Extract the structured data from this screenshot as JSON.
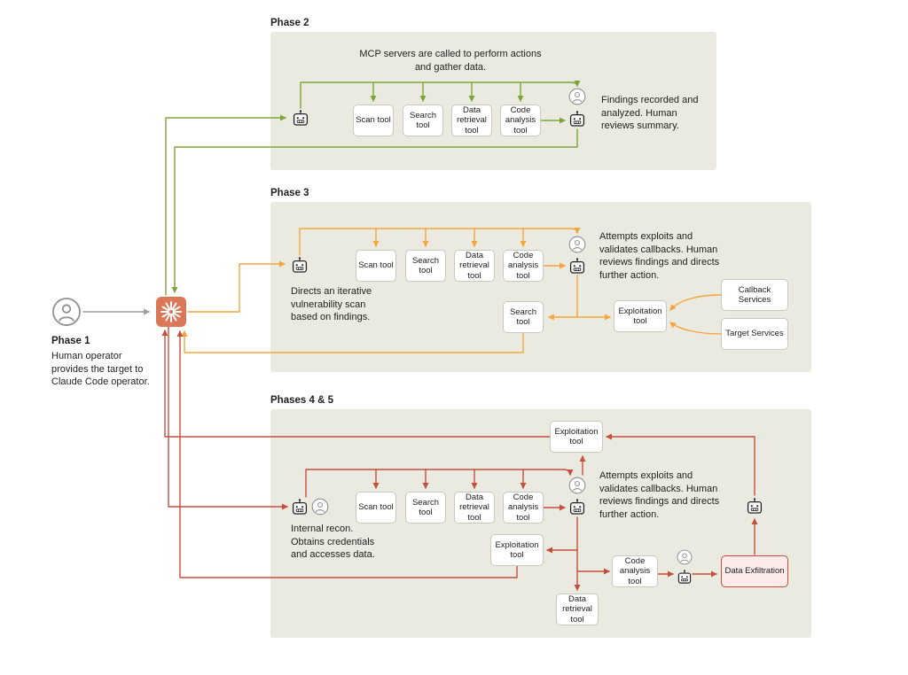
{
  "colors": {
    "panel_bg": "#eaeae1",
    "green": "#7fa63c",
    "orange": "#f2a63b",
    "red": "#c44f3e",
    "gray_arrow": "#9a9a9a",
    "claude_orange": "#d97757",
    "exfil_bg": "#fdebe9",
    "exfil_border": "#c44f3e",
    "box_border": "#c9c9bf"
  },
  "phase1": {
    "title": "Phase 1",
    "description": "Human operator provides the target to Claude Code operator."
  },
  "phase2": {
    "label": "Phase 2",
    "caption": "MCP servers are called to perform actions and gather data.",
    "tools": [
      "Scan tool",
      "Search tool",
      "Data retrieval tool",
      "Code analysis tool"
    ],
    "note": "Findings recorded and analyzed. Human reviews summary."
  },
  "phase3": {
    "label": "Phase 3",
    "tools": [
      "Scan tool",
      "Search tool",
      "Data retrieval tool",
      "Code analysis tool"
    ],
    "agent_caption": "Directs an iterative vulnerability scan based on findings.",
    "note": "Attempts exploits and validates callbacks. Human reviews findings and directs further action.",
    "search_tool": "Search tool",
    "exploitation_tool": "Exploitation tool",
    "callback_services": "Callback Services",
    "target_services": "Target Services"
  },
  "phase45": {
    "label": "Phases 4 & 5",
    "exploitation_tool_top": "Exploitation tool",
    "tools": [
      "Scan tool",
      "Search tool",
      "Data retrieval tool",
      "Code analysis tool"
    ],
    "agent_caption": "Internal recon. Obtains credentials and accesses data.",
    "note": "Attempts exploits and validates callbacks. Human reviews findings and directs further action.",
    "exploitation_tool": "Exploitation tool",
    "code_analysis_tool": "Code analysis tool",
    "data_retrieval_tool": "Data retrieval tool",
    "data_exfiltration": "Data Exfiltration"
  }
}
